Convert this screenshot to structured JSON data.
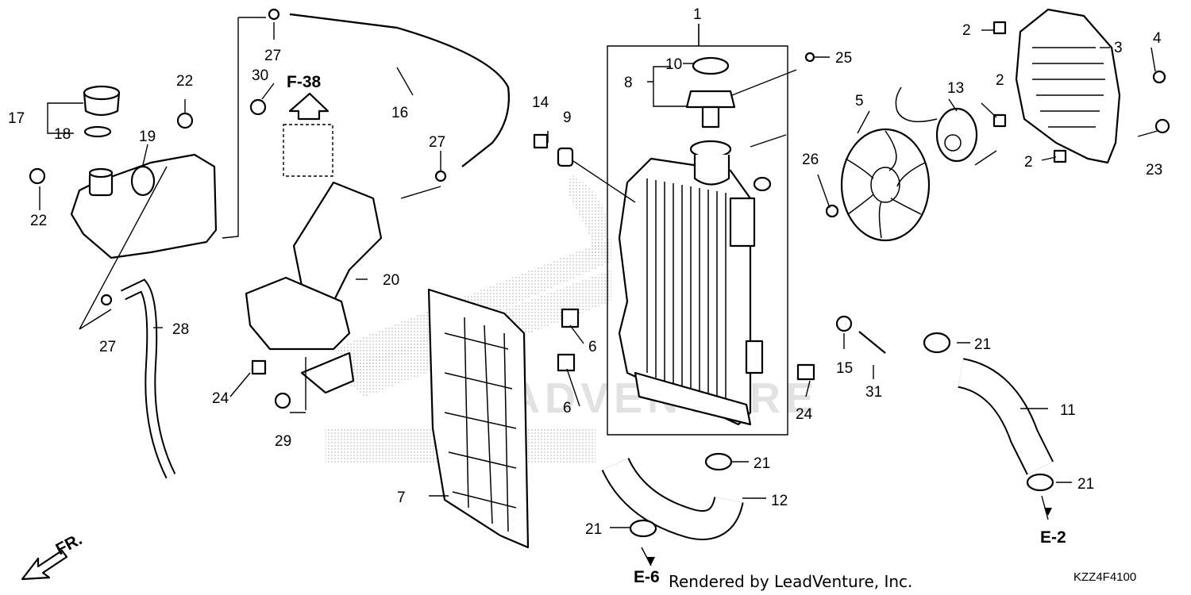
{
  "diagram": {
    "callouts": {
      "c1": "1",
      "c2a": "2",
      "c2b": "2",
      "c2c": "2",
      "c3": "3",
      "c4": "4",
      "c5": "5",
      "c6a": "6",
      "c6b": "6",
      "c7": "7",
      "c8": "8",
      "c9": "9",
      "c10": "10",
      "c11": "11",
      "c12": "12",
      "c13": "13",
      "c14": "14",
      "c15": "15",
      "c16": "16",
      "c17": "17",
      "c18": "18",
      "c19": "19",
      "c20": "20",
      "c21a": "21",
      "c21b": "21",
      "c21c": "21",
      "c21d": "21",
      "c22a": "22",
      "c22b": "22",
      "c23": "23",
      "c24a": "24",
      "c24b": "24",
      "c25": "25",
      "c26": "26",
      "c27a": "27",
      "c27b": "27",
      "c27c": "27",
      "c28": "28",
      "c29": "29",
      "c30": "30",
      "c31": "31"
    },
    "refs": {
      "f38": "F-38",
      "e2": "E-2",
      "e6": "E-6"
    },
    "direction_label": "FR.",
    "diagram_code": "KZZ4F4100",
    "credit": "Rendered by LeadVenture, Inc.",
    "watermark_text": "LEADVENTURE"
  }
}
